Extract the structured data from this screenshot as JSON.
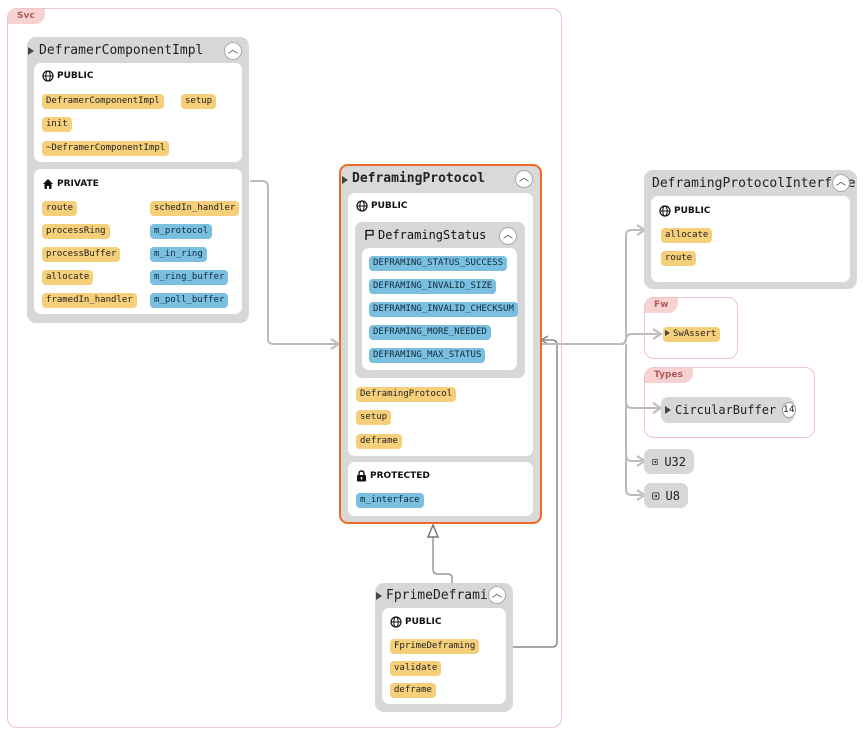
{
  "namespaces": {
    "svc": "Svc",
    "fw": "Fw",
    "types": "Types"
  },
  "deframer_component": {
    "title": "DeframerComponentImpl",
    "public_label": "PUBLIC",
    "public_members": [
      "DeframerComponentImpl",
      "setup",
      "init",
      "~DeframerComponentImpl"
    ],
    "private_label": "PRIVATE",
    "private_methods": [
      "route",
      "processRing",
      "processBuffer",
      "allocate",
      "framedIn_handler",
      "schedIn_handler"
    ],
    "private_fields": [
      "m_protocol",
      "m_in_ring",
      "m_ring_buffer",
      "m_poll_buffer"
    ]
  },
  "deframing_protocol": {
    "title": "DeframingProtocol",
    "public_label": "PUBLIC",
    "status_enum": {
      "title": "DeframingStatus",
      "values": [
        "DEFRAMING_STATUS_SUCCESS",
        "DEFRAMING_INVALID_SIZE",
        "DEFRAMING_INVALID_CHECKSUM",
        "DEFRAMING_MORE_NEEDED",
        "DEFRAMING_MAX_STATUS"
      ]
    },
    "public_members": [
      "DeframingProtocol",
      "setup",
      "deframe"
    ],
    "protected_label": "PROTECTED",
    "protected_fields": [
      "m_interface"
    ]
  },
  "fprime_deframing": {
    "title": "FprimeDeframing",
    "public_label": "PUBLIC",
    "public_members": [
      "FprimeDeframing",
      "validate",
      "deframe"
    ]
  },
  "protocol_interface": {
    "title": "DeframingProtocolInterface",
    "public_label": "PUBLIC",
    "public_members": [
      "allocate",
      "route"
    ]
  },
  "externals": {
    "sw_assert": "SwAssert",
    "circular_buffer": "CircularBuffer",
    "circular_buffer_count": "14",
    "u32": "U32",
    "u8": "U8"
  },
  "colors": {
    "selected_border": "#ef6a2a",
    "namespace_border": "#f0c4c4",
    "method_pill": "#f5cf7a",
    "field_pill": "#7bbfe0",
    "card_bg": "#d7d7d7"
  },
  "icons": {
    "public": "globe-icon",
    "private": "house-icon",
    "protected": "lock-icon",
    "enum": "flag-icon",
    "typedef": "arrow-in-box-icon",
    "collapse": "chevron-up-icon",
    "expand": "triangle-right-icon"
  }
}
